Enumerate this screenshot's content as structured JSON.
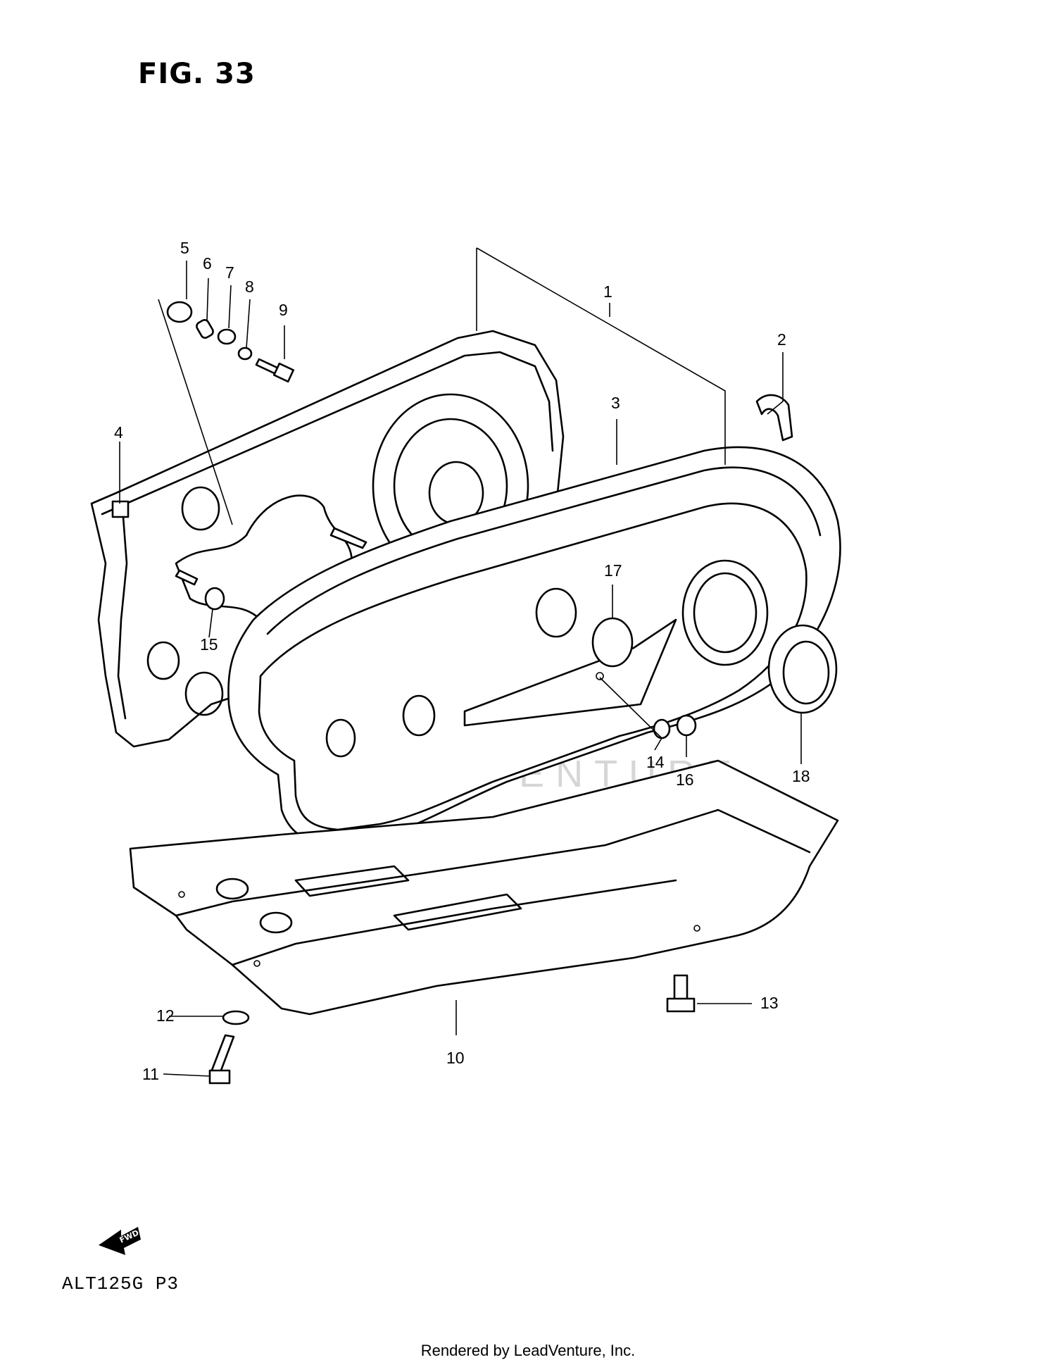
{
  "figure": {
    "title": "FIG. 33",
    "model_code": "ALT125G P3",
    "footer": "Rendered by LeadVenture, Inc.",
    "watermark": "LEADVENTURE",
    "fwd_label": "FWD"
  },
  "callouts": [
    {
      "id": "1",
      "label": "1"
    },
    {
      "id": "2",
      "label": "2"
    },
    {
      "id": "3",
      "label": "3"
    },
    {
      "id": "4",
      "label": "4"
    },
    {
      "id": "5",
      "label": "5"
    },
    {
      "id": "6",
      "label": "6"
    },
    {
      "id": "7",
      "label": "7"
    },
    {
      "id": "8",
      "label": "8"
    },
    {
      "id": "9",
      "label": "9"
    },
    {
      "id": "10",
      "label": "10"
    },
    {
      "id": "11",
      "label": "11"
    },
    {
      "id": "12",
      "label": "12"
    },
    {
      "id": "13",
      "label": "13"
    },
    {
      "id": "14",
      "label": "14"
    },
    {
      "id": "15",
      "label": "15"
    },
    {
      "id": "16",
      "label": "16"
    },
    {
      "id": "17",
      "label": "17"
    },
    {
      "id": "18",
      "label": "18"
    }
  ]
}
